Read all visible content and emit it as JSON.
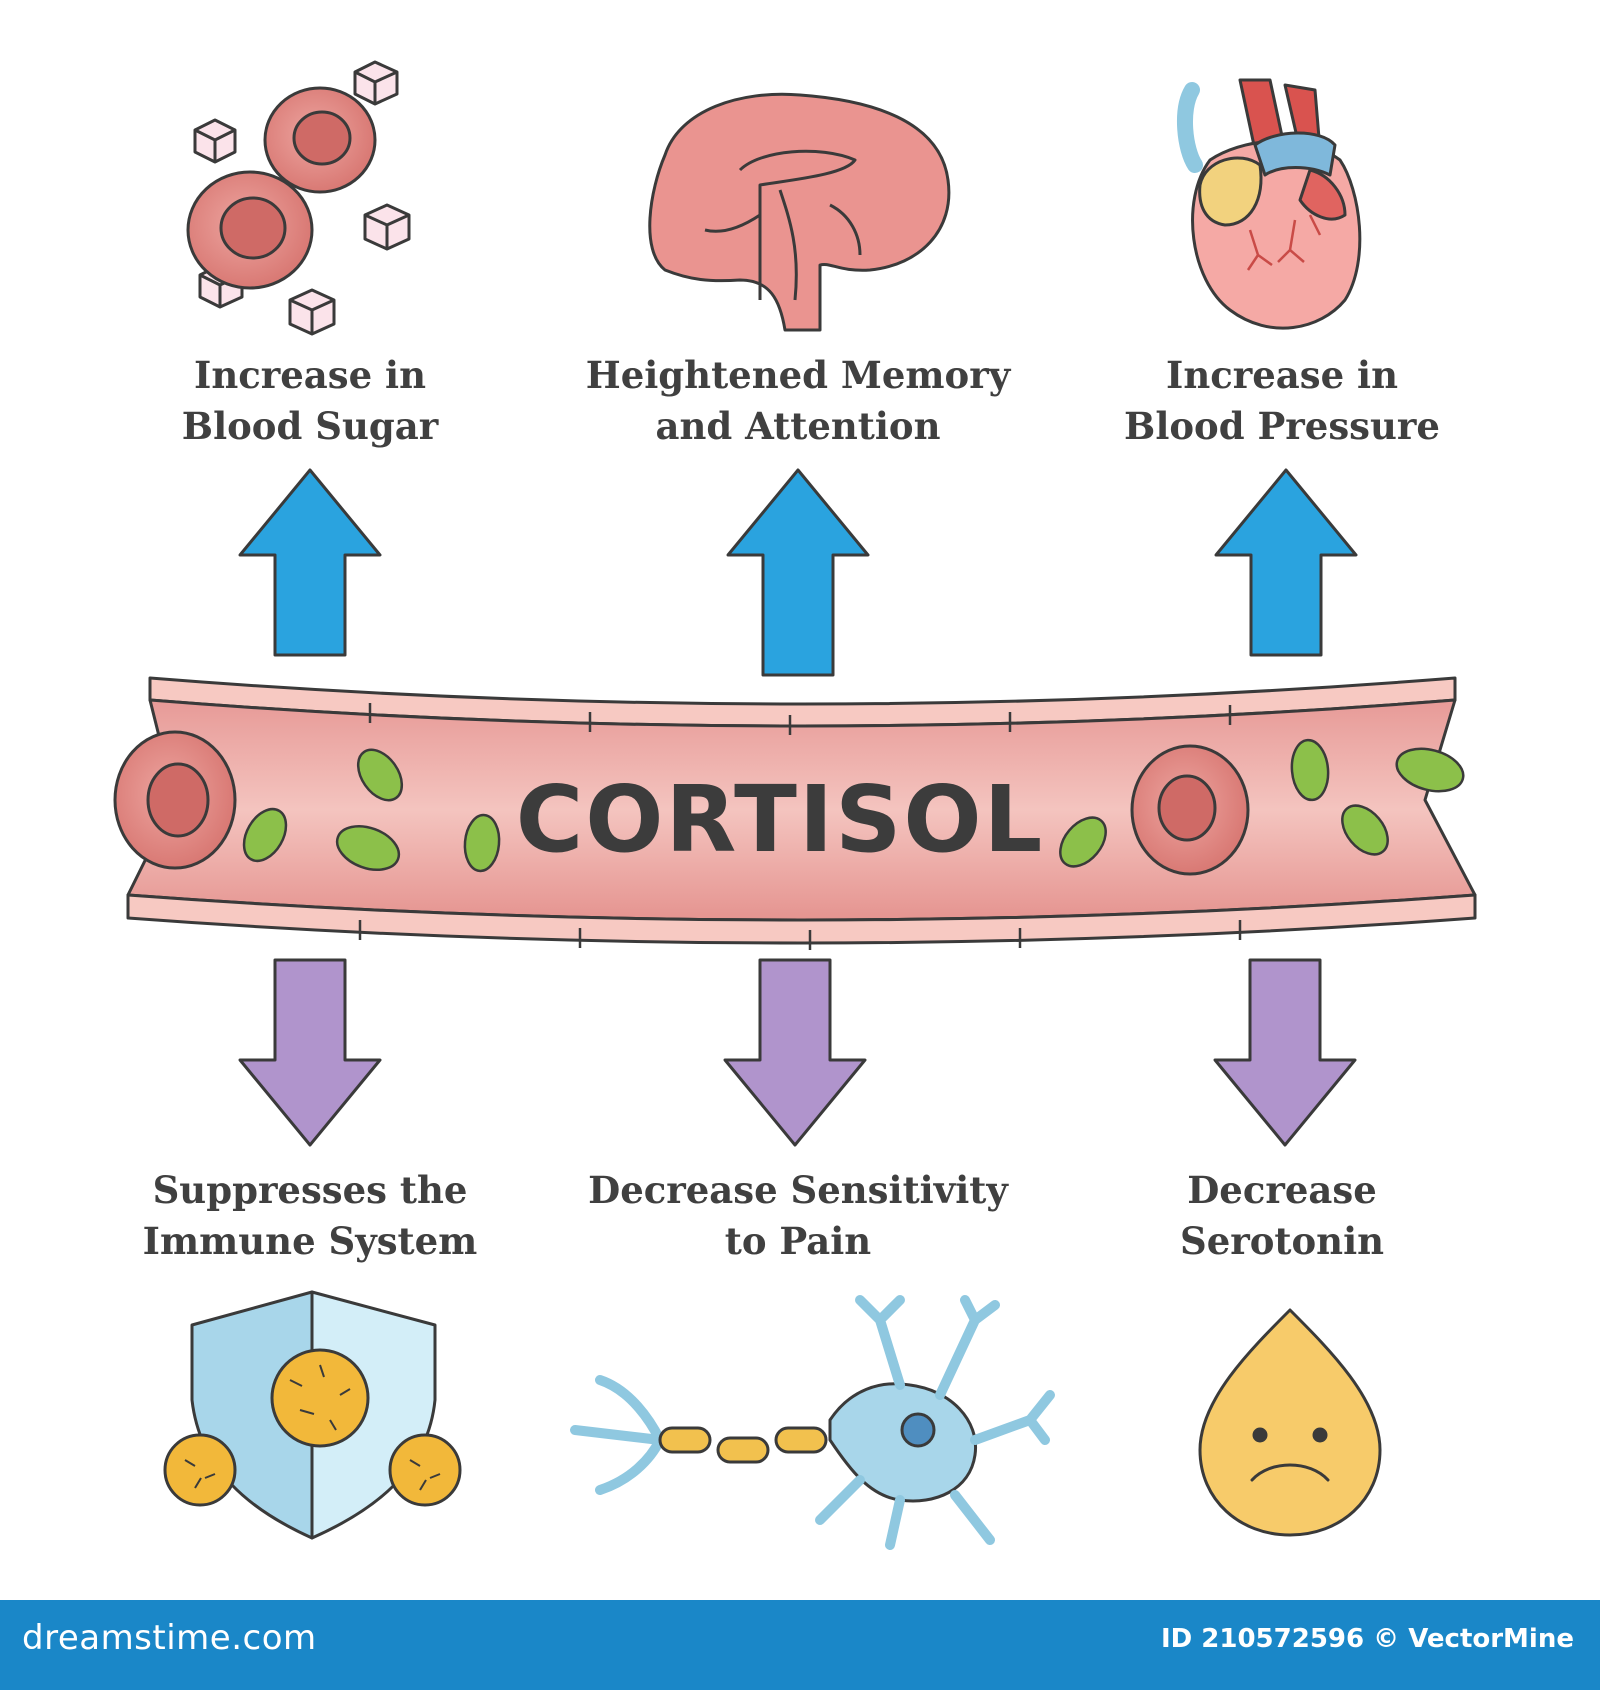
{
  "center": {
    "title": "CORTISOL"
  },
  "effects_up": [
    {
      "line1": "Increase in",
      "line2": "Blood Sugar",
      "icon": "blood-sugar-icon"
    },
    {
      "line1": "Heightened Memory",
      "line2": "and Attention",
      "icon": "brain-icon"
    },
    {
      "line1": "Increase in",
      "line2": "Blood Pressure",
      "icon": "heart-icon"
    }
  ],
  "effects_down": [
    {
      "line1": "Suppresses the",
      "line2": "Immune System",
      "icon": "immune-shield-icon"
    },
    {
      "line1": "Decrease Sensitivity",
      "line2": "to Pain",
      "icon": "neuron-icon"
    },
    {
      "line1": "Decrease",
      "line2": "Serotonin",
      "icon": "sad-drop-icon"
    }
  ],
  "footer": {
    "brand": "dreamstime.com",
    "id_text": "ID 210572596 © VectorMine"
  },
  "colors": {
    "up_arrow": "#2aa3df",
    "down_arrow": "#b094cc",
    "vessel": "#eba7a4",
    "vessel_wall": "#f7c9c2",
    "red_cell": "#e08a86",
    "platelet": "#8cc04a",
    "footer": "#1a87c8"
  }
}
